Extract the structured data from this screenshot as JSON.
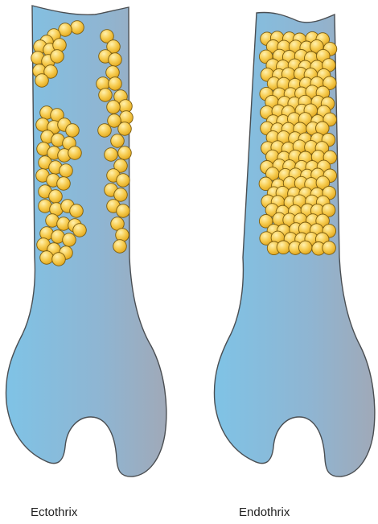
{
  "panels": [
    {
      "id": "ectothrix",
      "label": "Ectothrix"
    },
    {
      "id": "endothrix",
      "label": "Endothrix"
    }
  ],
  "colors": {
    "hair_light": "#7fc3e6",
    "hair_mid": "#8fb5d2",
    "hair_dark": "#a0a9b8",
    "outline": "#4a4e52",
    "spore_light": "#fff1b0",
    "spore_mid": "#f7cd52",
    "spore_dark": "#e0a418",
    "spore_stroke": "#7a5c10",
    "text": "#222222"
  },
  "icons": {
    "hair_shaft": "hair-shaft-shape",
    "spore": "circle-spore"
  }
}
